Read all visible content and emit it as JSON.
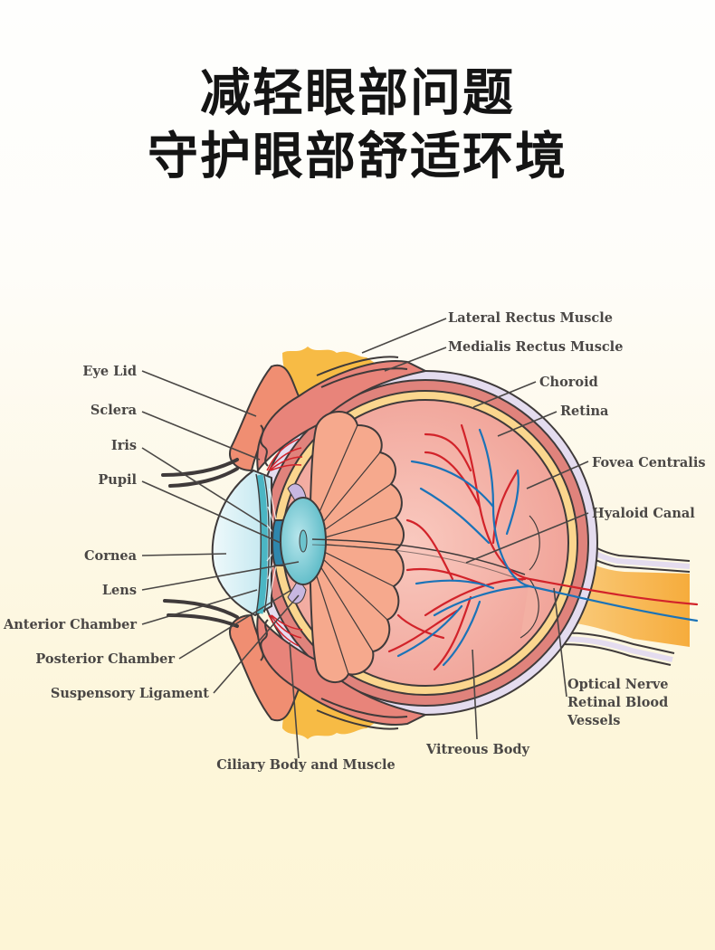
{
  "headline": {
    "line1": "减轻眼部问题",
    "line2": "守护眼部舒适环境"
  },
  "diagram": {
    "subject": "Human eye anatomy cross-section",
    "labels": {
      "eye_lid": "Eye Lid",
      "sclera": "Sclera",
      "iris": "Iris",
      "pupil": "Pupil",
      "cornea": "Cornea",
      "lens": "Lens",
      "anterior_chamber": "Anterior Chamber",
      "posterior_chamber": "Posterior Chamber",
      "suspensory_ligament": "Suspensory Ligament",
      "ciliary_body": "Ciliary Body and Muscle",
      "lateral_rectus": "Lateral Rectus Muscle",
      "medialis_rectus": "Medialis Rectus Muscle",
      "choroid": "Choroid",
      "retina": "Retina",
      "fovea": "Fovea Centralis",
      "hyaloid": "Hyaloid Canal",
      "optic_line1": "Optical Nerve",
      "optic_line2": "Retinal Blood",
      "optic_line3": "Vessels",
      "vitreous": "Vitreous Body"
    },
    "colors": {
      "sclera": "#e4dcef",
      "choroid": "#e0837c",
      "retina": "#fbd68e",
      "vitreous": "#f6b8ae",
      "eyelid": "#f08e72",
      "fat": "#f7bb45",
      "cornea": "#dff3f7",
      "lens": "#8ed3dc",
      "iris": "#2f87ad",
      "artery": "#d2232a",
      "vein": "#1a73b8",
      "optic_nerve": "#f9c46a",
      "ciliary": "#f6a98d"
    }
  }
}
